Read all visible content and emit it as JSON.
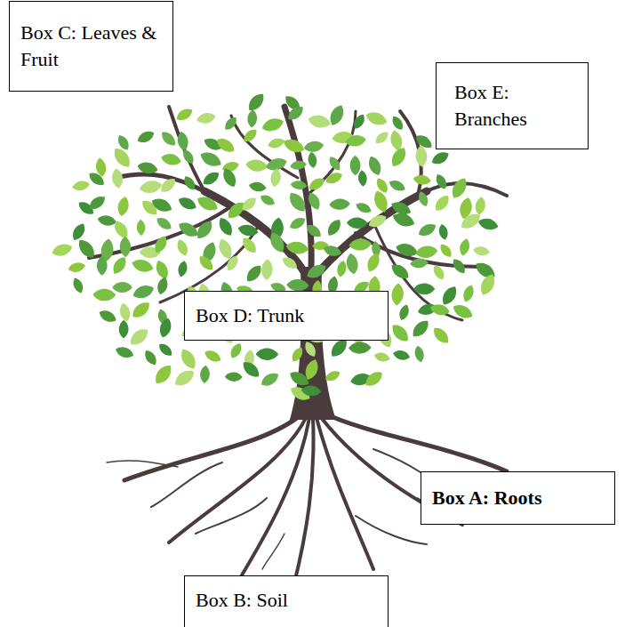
{
  "diagram": {
    "nodes": [
      {
        "text": [
          "Box C: Leaves & Fruit"
        ]
      },
      {
        "text": [
          "Box E: Branches"
        ]
      },
      {
        "text": [
          "Box D: Trunk"
        ]
      },
      {
        "text": [
          "Box A: Roots"
        ]
      },
      {
        "text": [
          "Box B: Soil"
        ]
      }
    ]
  }
}
